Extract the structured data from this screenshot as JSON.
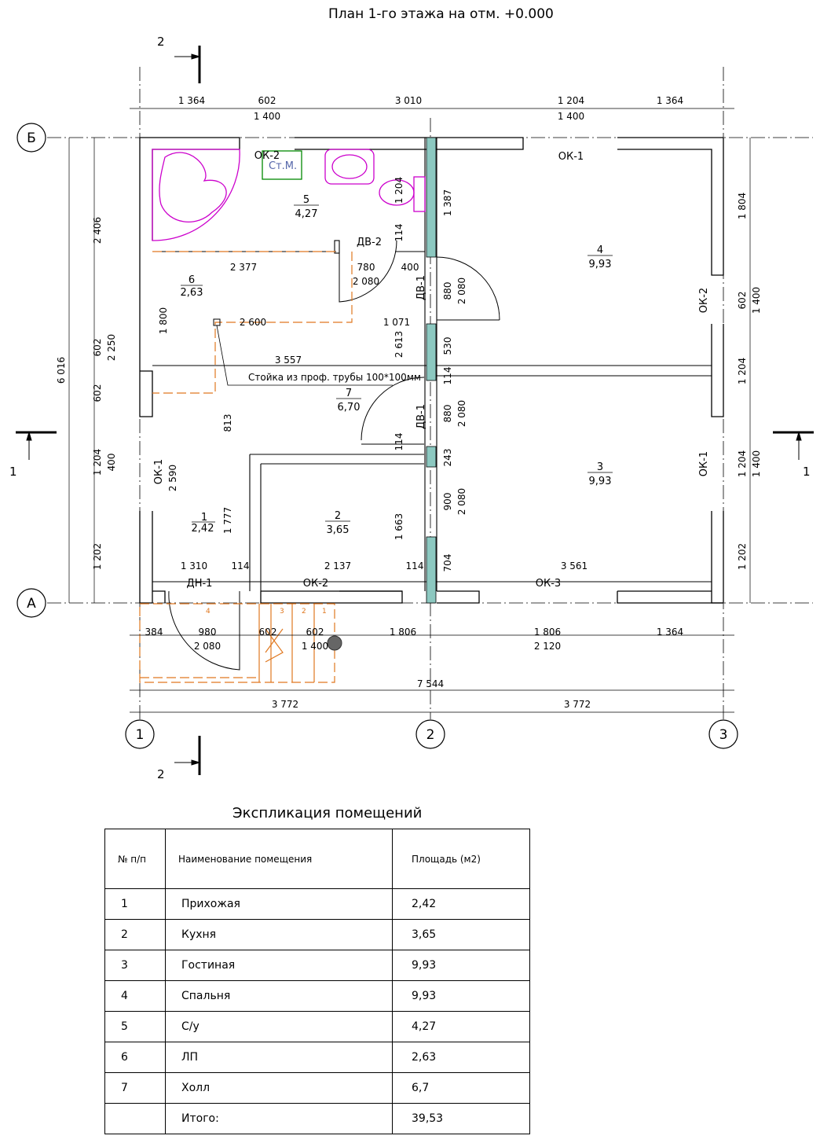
{
  "title": "План 1-го этажа на отм. +0.000",
  "axes": {
    "rows": [
      "Б",
      "А"
    ],
    "cols": [
      "1",
      "2",
      "3"
    ]
  },
  "section_marks": {
    "top": "2",
    "bottom": "2",
    "left": "1",
    "right": "1"
  },
  "dims": {
    "top": [
      "1 364",
      "602",
      "1 400",
      "3 010",
      "1 204",
      "1 400",
      "1 364"
    ],
    "left": [
      "6 016",
      "2 406",
      "602",
      "2 250",
      "602",
      "1 204",
      "400",
      "1 202"
    ],
    "right": [
      "1 804",
      "602",
      "1 400",
      "1 204",
      "1 204",
      "1 400",
      "1 202"
    ],
    "bottom": [
      "384",
      "980",
      "2 080",
      "602",
      "602",
      "1 400",
      "1 806",
      "1 806",
      "2 120",
      "1 364",
      "7 544",
      "3 772",
      "3 772"
    ],
    "inner": [
      "2 377",
      "780",
      "2 080",
      "400",
      "2 600",
      "1 071",
      "3 557",
      "1 800",
      "2 613",
      "813",
      "2 590",
      "1 777",
      "1 663",
      "1 310",
      "114",
      "2 137",
      "114",
      "3 561",
      "1 387",
      "1 204",
      "114",
      "880",
      "2 080",
      "530",
      "114",
      "880",
      "2 080",
      "114",
      "243",
      "900",
      "2 080",
      "704"
    ]
  },
  "openings": [
    "ОК-2",
    "ОК-1",
    "ОК-2",
    "ОК-1",
    "ОК-1",
    "ОК-2",
    "ОК-3",
    "ДВ-2",
    "ДВ-1",
    "ДВ-1",
    "ДН-1"
  ],
  "rooms": [
    {
      "num": "1",
      "area": "2,42"
    },
    {
      "num": "2",
      "area": "3,65"
    },
    {
      "num": "3",
      "area": "9,93"
    },
    {
      "num": "4",
      "area": "9,93"
    },
    {
      "num": "5",
      "area": "4,27"
    },
    {
      "num": "6",
      "area": "2,63"
    },
    {
      "num": "7",
      "area": "6,70"
    }
  ],
  "notes": {
    "column": "Стойка из проф. трубы 100*100мм",
    "washer": "Ст.М."
  },
  "stair_numbers": [
    "4",
    "3",
    "2",
    "1"
  ],
  "explication": {
    "title": "Экспликация помещений",
    "headers": [
      "№ п/п",
      "Наименование помещения",
      "Площадь (м2)"
    ],
    "rows": [
      {
        "n": "1",
        "name": "Прихожая",
        "area": "2,42"
      },
      {
        "n": "2",
        "name": "Кухня",
        "area": "3,65"
      },
      {
        "n": "3",
        "name": "Гостиная",
        "area": "9,93"
      },
      {
        "n": "4",
        "name": "Спальня",
        "area": "9,93"
      },
      {
        "n": "5",
        "name": "С/у",
        "area": "4,27"
      },
      {
        "n": "6",
        "name": "ЛП",
        "area": "2,63"
      },
      {
        "n": "7",
        "name": "Холл",
        "area": "6,7"
      }
    ],
    "total": {
      "n": "",
      "name": "Итого:",
      "area": "39,53"
    }
  },
  "colors": {
    "line": "#000000",
    "glass": "#8cc8c0",
    "plumbing": "#cc00cc",
    "stair": "#e07820",
    "washer": "#008800"
  }
}
